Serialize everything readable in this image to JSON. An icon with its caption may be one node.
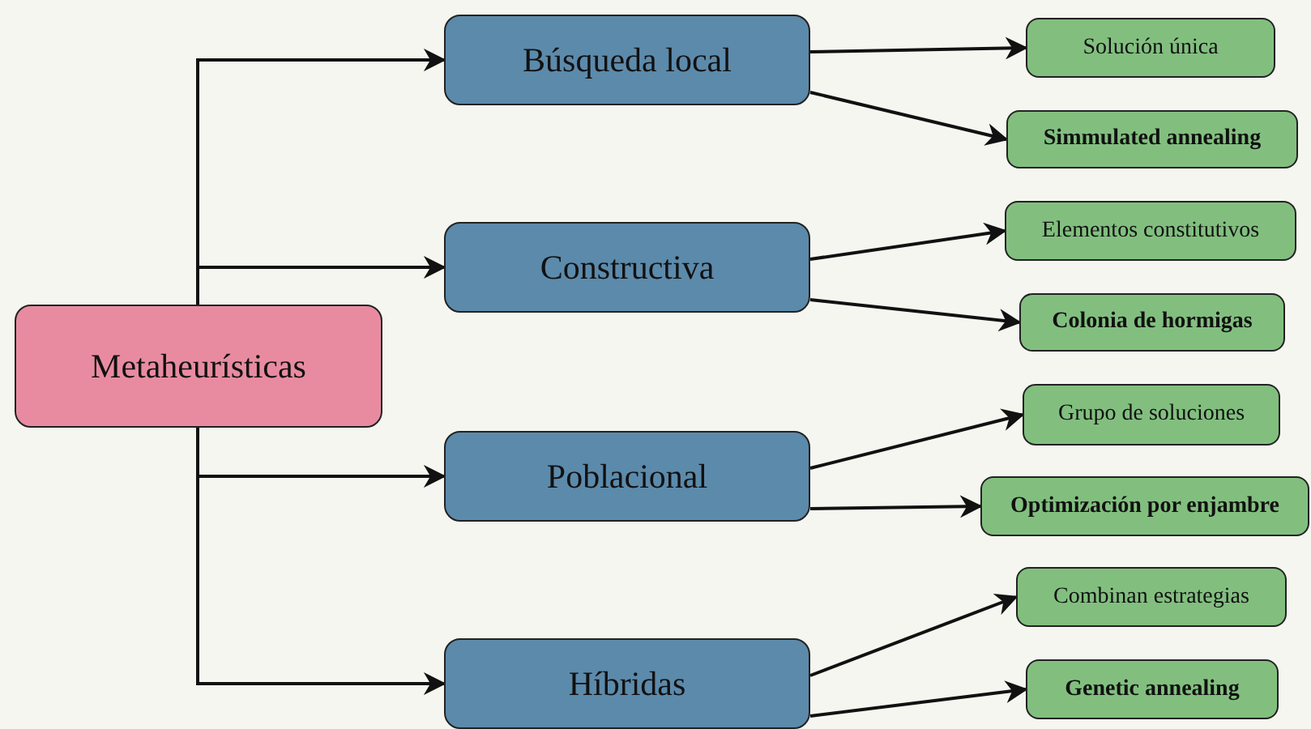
{
  "diagram": {
    "nodes": [
      {
        "text": [
          "Metaheurísticas"
        ]
      },
      {
        "text": [
          "Búsqueda local"
        ]
      },
      {
        "text": [
          "Constructiva"
        ]
      },
      {
        "text": [
          "Poblacional"
        ]
      },
      {
        "text": [
          "Híbridas"
        ]
      },
      {
        "text": [
          "Solución única"
        ]
      },
      {
        "text": [
          "Simmulated annealing"
        ]
      },
      {
        "text": [
          "Elementos constitutivos"
        ]
      },
      {
        "text": [
          "Colonia de hormigas"
        ]
      },
      {
        "text": [
          "Grupo de soluciones"
        ]
      },
      {
        "text": [
          "Optimización por enjambre"
        ]
      },
      {
        "text": [
          "Combinan estrategias"
        ]
      },
      {
        "text": [
          "Genetic annealing"
        ]
      }
    ],
    "edges": [
      {
        "from": 0,
        "to": 1,
        "arrow": "to"
      },
      {
        "from": 0,
        "to": 2,
        "arrow": "to"
      },
      {
        "from": 0,
        "to": 3,
        "arrow": "to"
      },
      {
        "from": 0,
        "to": 4,
        "arrow": "to"
      },
      {
        "from": 1,
        "to": 5,
        "arrow": "to"
      },
      {
        "from": 1,
        "to": 6,
        "arrow": "to"
      },
      {
        "from": 2,
        "to": 7,
        "arrow": "to"
      },
      {
        "from": 2,
        "to": 8,
        "arrow": "to"
      },
      {
        "from": 3,
        "to": 9,
        "arrow": "to"
      },
      {
        "from": 3,
        "to": 10,
        "arrow": "to"
      },
      {
        "from": 4,
        "to": 11,
        "arrow": "to"
      },
      {
        "from": 4,
        "to": 12,
        "arrow": "to"
      }
    ]
  }
}
